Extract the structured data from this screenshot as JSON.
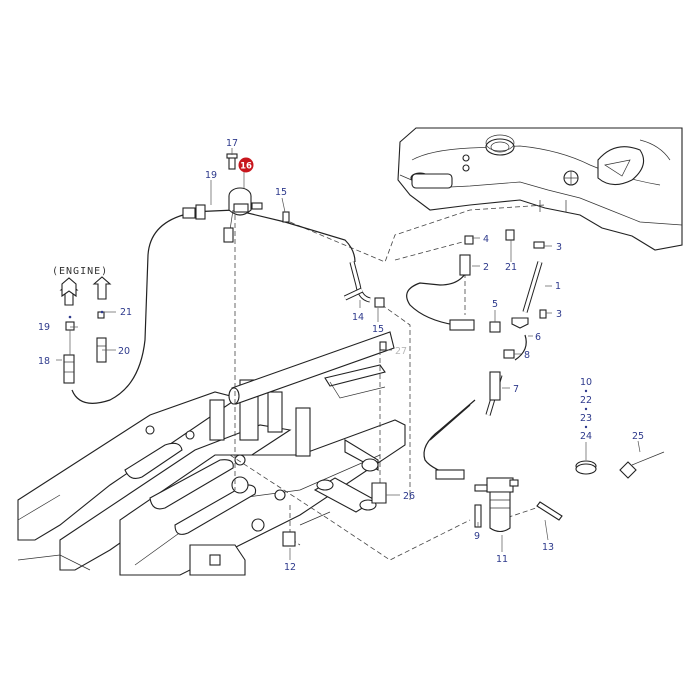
{
  "diagram": {
    "engine_label": "(ENGINE)",
    "highlighted_part": "16",
    "callouts": [
      {
        "id": "c1",
        "label": "1"
      },
      {
        "id": "c2",
        "label": "2"
      },
      {
        "id": "c3a",
        "label": "3"
      },
      {
        "id": "c3b",
        "label": "3"
      },
      {
        "id": "c4",
        "label": "4"
      },
      {
        "id": "c5",
        "label": "5"
      },
      {
        "id": "c6",
        "label": "6"
      },
      {
        "id": "c7",
        "label": "7"
      },
      {
        "id": "c8",
        "label": "8"
      },
      {
        "id": "c9",
        "label": "9"
      },
      {
        "id": "c10",
        "label": "10"
      },
      {
        "id": "c11",
        "label": "11"
      },
      {
        "id": "c12",
        "label": "12"
      },
      {
        "id": "c13",
        "label": "13"
      },
      {
        "id": "c14",
        "label": "14"
      },
      {
        "id": "c15a",
        "label": "15"
      },
      {
        "id": "c15b",
        "label": "15"
      },
      {
        "id": "c16",
        "label": "16"
      },
      {
        "id": "c17",
        "label": "17"
      },
      {
        "id": "c18",
        "label": "18"
      },
      {
        "id": "c19a",
        "label": "19"
      },
      {
        "id": "c19b",
        "label": "19"
      },
      {
        "id": "c20",
        "label": "20"
      },
      {
        "id": "c21a",
        "label": "21"
      },
      {
        "id": "c21b",
        "label": "21"
      },
      {
        "id": "c22",
        "label": "22"
      },
      {
        "id": "c23",
        "label": "23"
      },
      {
        "id": "c24",
        "label": "24"
      },
      {
        "id": "c25",
        "label": "25"
      },
      {
        "id": "c26",
        "label": "26"
      },
      {
        "id": "c27",
        "label": "27"
      }
    ]
  },
  "colors": {
    "callout_text": "#2e3a8c",
    "highlight": "#c8161d",
    "line": "#222222",
    "faded": "#b8b8b8"
  }
}
